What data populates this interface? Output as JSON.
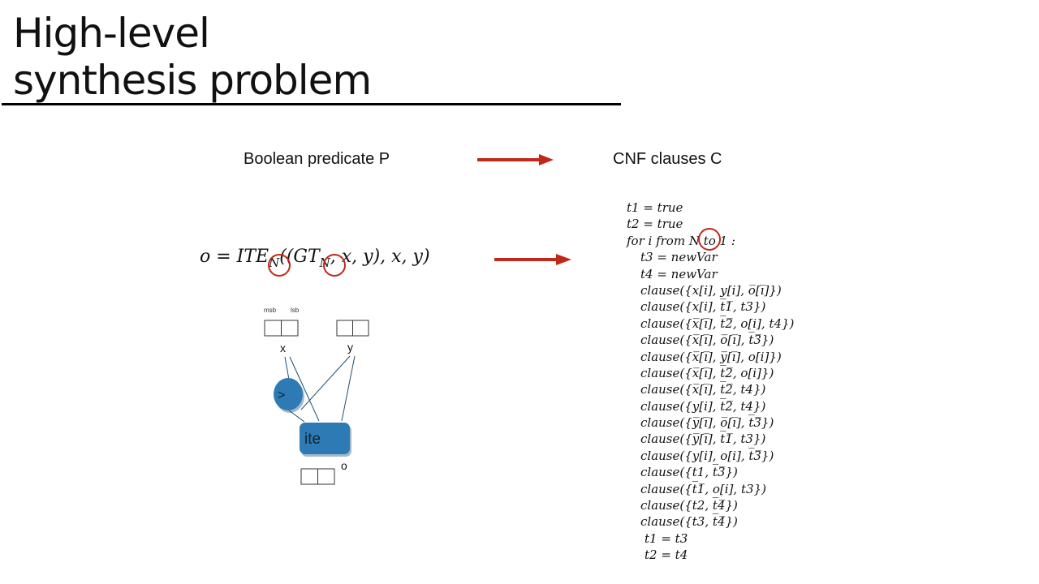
{
  "slide": {
    "title_line1": "High-level",
    "title_line2": "synthesis problem"
  },
  "labels": {
    "input": "Boolean predicate P",
    "output": "CNF clauses C"
  },
  "formula": {
    "prefix": "o = ITE",
    "sub1": "N",
    "middle": "((GT",
    "sub2": "N",
    "suffix": ", x, y), x, y)"
  },
  "circuit": {
    "msb": "msb",
    "lsb": "lsb",
    "x": "x",
    "y": "y",
    "gt_node": ">",
    "ite_node": "ite",
    "o": "o"
  },
  "code_lines": [
    "t1 = true",
    "t2 = true",
    "for i from N to 1 :",
    "t3 = newVar",
    "t4 = newVar",
    "clause({x[i], y[i], o̅[i̅]})",
    "clause({x[i], t̅1̅, t3})",
    "clause({x̅[i̅], t̅2̅, o[i], t4})",
    "clause({x̅[i̅], o̅[i̅], t̅3̅})",
    "clause({x̅[i̅], y̅[i̅], o[i]})",
    "clause({x̅[i̅], t̅2̅, o[i]})",
    "clause({x̅[i̅], t̅2̅, t4})",
    "clause({y[i], t̅2̅, t4})",
    "clause({y̅[i̅], o̅[i̅], t̅3̅})",
    "clause({y̅[i̅], t̅1̅, t3})",
    "clause({y[i], o[i], t̅3̅})",
    "clause({t1, t̅3̅})",
    "clause({t̅1̅, o[i], t3})",
    "clause({t2, t̅4̅})",
    "clause({t3, t̅4̅})",
    "t1 = t3",
    "t2 = t4"
  ],
  "colors": {
    "arrow": "#c0281a",
    "circle": "#c0281a",
    "node_fill": "#2e7ab4",
    "line": "#1f4e6e"
  }
}
